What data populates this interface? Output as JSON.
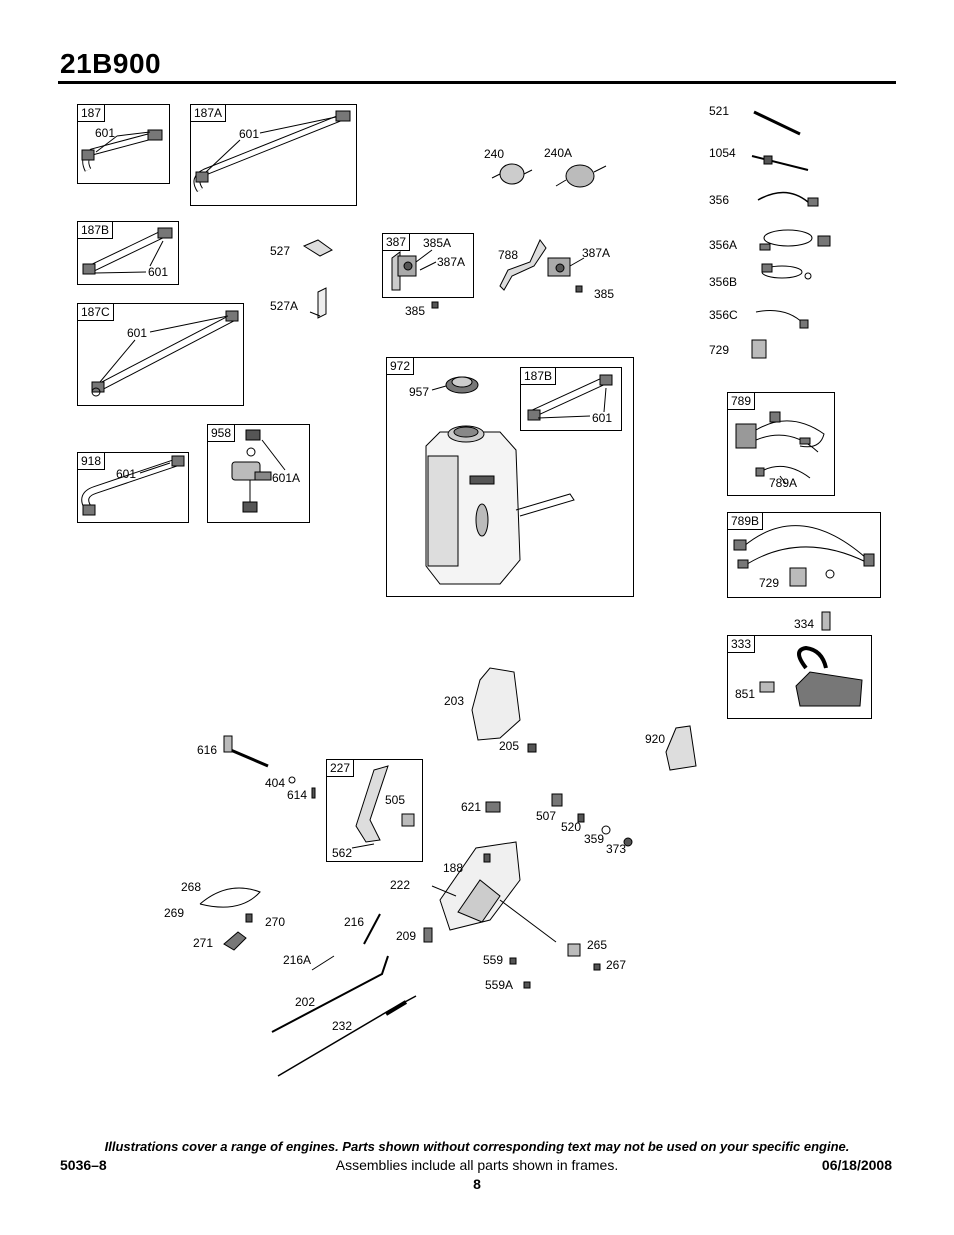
{
  "header": {
    "title": "21B900"
  },
  "frames": {
    "f187": "187",
    "f187a": "187A",
    "f187b": "187B",
    "f187c": "187C",
    "f918": "918",
    "f958": "958",
    "f387": "387",
    "f972": "972",
    "f972_187b": "187B",
    "f789": "789",
    "f789b": "789B",
    "f333": "333",
    "f227": "227"
  },
  "labels": {
    "l601_187": "601",
    "l601_187a": "601",
    "l601_187b": "601",
    "l601_187c": "601",
    "l601_918": "601",
    "l601a": "601A",
    "l527": "527",
    "l527a": "527A",
    "l240": "240",
    "l240a": "240A",
    "l385a": "385A",
    "l387a_in": "387A",
    "l385_left": "385",
    "l788": "788",
    "l387a": "387A",
    "l385_right": "385",
    "l957": "957",
    "l601_972": "601",
    "l521": "521",
    "l1054": "1054",
    "l356": "356",
    "l356a": "356A",
    "l356b": "356B",
    "l356c": "356C",
    "l729": "729",
    "l789a": "789A",
    "l729b": "729",
    "l334": "334",
    "l851": "851",
    "l203": "203",
    "l205": "205",
    "l920": "920",
    "l616": "616",
    "l404": "404",
    "l614": "614",
    "l505": "505",
    "l562": "562",
    "l621": "621",
    "l507": "507",
    "l520": "520",
    "l359": "359",
    "l373": "373",
    "l188": "188",
    "l222": "222",
    "l268": "268",
    "l269": "269",
    "l270": "270",
    "l271": "271",
    "l216": "216",
    "l209": "209",
    "l216a": "216A",
    "l265": "265",
    "l559": "559",
    "l267": "267",
    "l559a": "559A",
    "l202": "202",
    "l232": "232"
  },
  "footer": {
    "note": "Illustrations cover a range of engines. Parts shown without corresponding text may not be used on your specific engine.",
    "left": "5036–8",
    "center": "Assemblies include all parts shown in frames.",
    "right": "06/18/2008",
    "page": "8"
  }
}
